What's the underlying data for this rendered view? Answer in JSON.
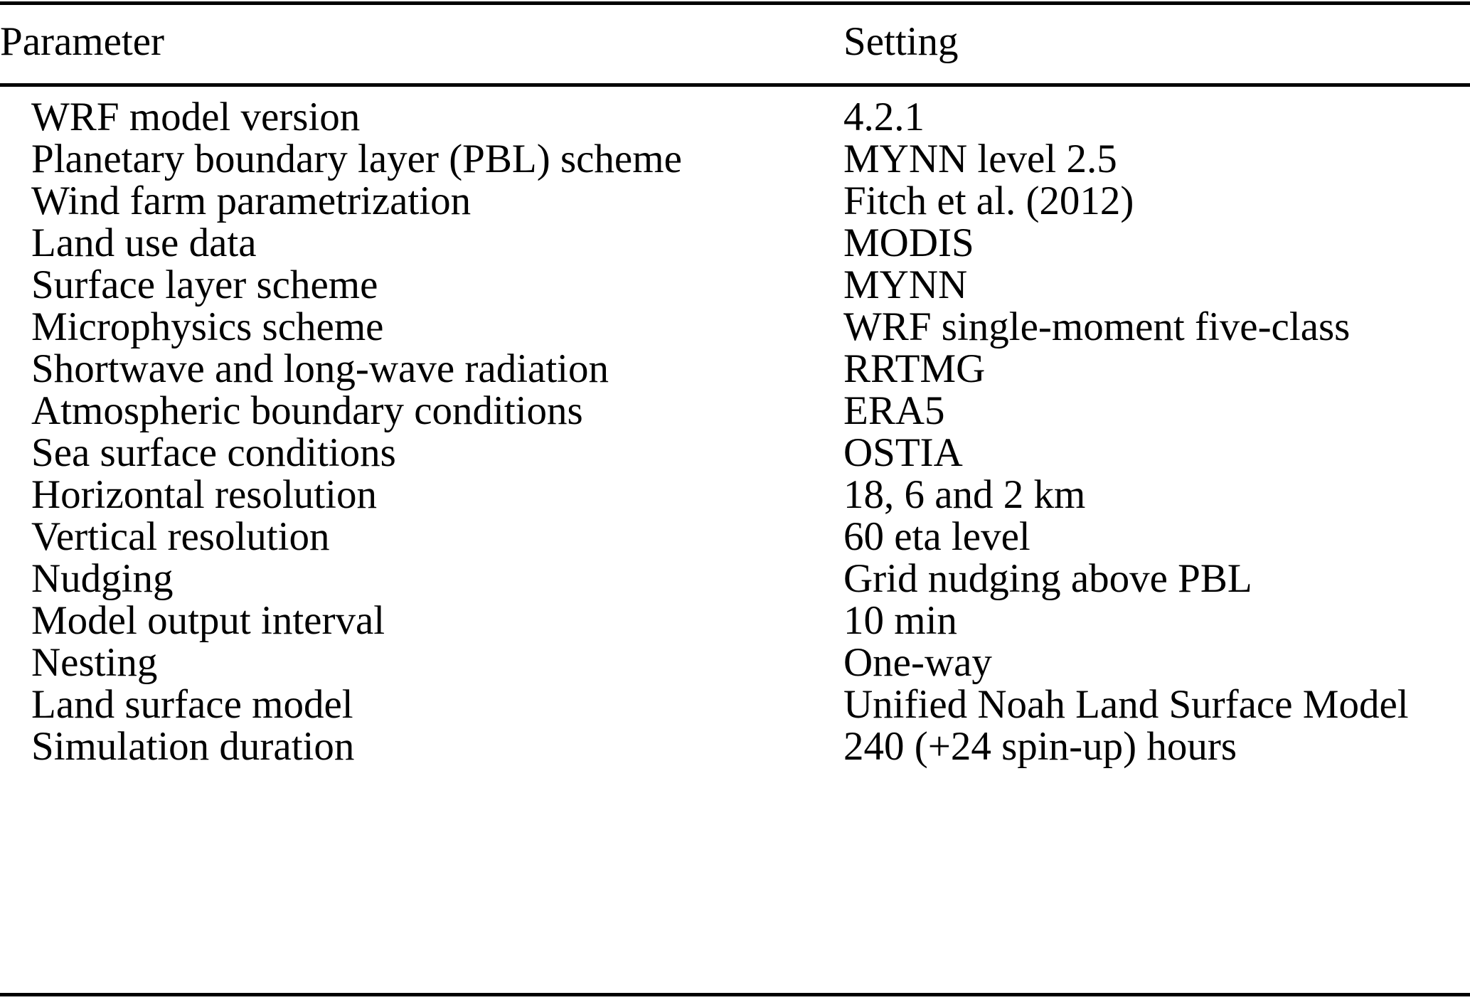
{
  "table": {
    "columns": [
      {
        "key": "parameter",
        "header": "Parameter"
      },
      {
        "key": "setting",
        "header": "Setting"
      }
    ],
    "rows": [
      {
        "parameter": "WRF model version",
        "setting": "4.2.1"
      },
      {
        "parameter": "Planetary boundary layer (PBL) scheme",
        "setting": "MYNN level 2.5"
      },
      {
        "parameter": "Wind farm parametrization",
        "setting": "Fitch et al. (2012)"
      },
      {
        "parameter": "Land use data",
        "setting": "MODIS"
      },
      {
        "parameter": "Surface layer scheme",
        "setting": "MYNN"
      },
      {
        "parameter": "Microphysics scheme",
        "setting": "WRF single-moment five-class"
      },
      {
        "parameter": "Shortwave and long-wave radiation",
        "setting": "RRTMG"
      },
      {
        "parameter": "Atmospheric boundary conditions",
        "setting": "ERA5"
      },
      {
        "parameter": "Sea surface conditions",
        "setting": "OSTIA"
      },
      {
        "parameter": "Horizontal resolution",
        "setting": "18, 6 and 2 km"
      },
      {
        "parameter": "Vertical resolution",
        "setting": "60 eta level"
      },
      {
        "parameter": "Nudging",
        "setting": "Grid nudging above PBL"
      },
      {
        "parameter": "Model output interval",
        "setting": "10 min"
      },
      {
        "parameter": "Nesting",
        "setting": "One-way"
      },
      {
        "parameter": "Land surface model",
        "setting": "Unified Noah Land Surface Model"
      },
      {
        "parameter": "Simulation duration",
        "setting": "240 (+24 spin-up) hours"
      }
    ]
  },
  "style": {
    "text_color": "#000000",
    "background_color": "#ffffff",
    "rule_color": "#000000"
  }
}
